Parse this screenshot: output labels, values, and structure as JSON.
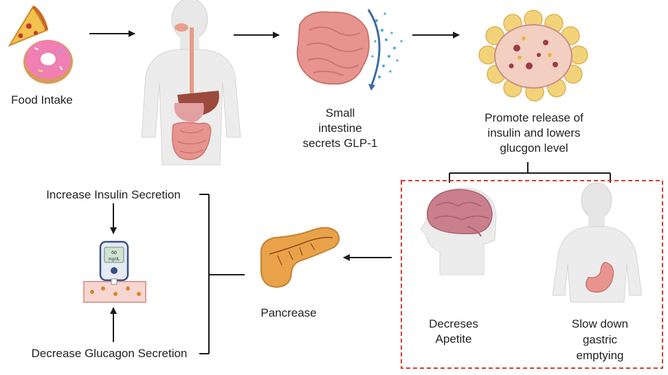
{
  "labels": {
    "food_intake": "Food Intake",
    "small_intestine_l1": "Small",
    "small_intestine_l2": "intestine",
    "small_intestine_l3": "secrets GLP-1",
    "promote_l1": "Promote release of",
    "promote_l2": "insulin and lowers",
    "promote_l3": "glucgon level",
    "decreses_l1": "Decreses",
    "decreses_l2": "Apetite",
    "slow_l1": "Slow down",
    "slow_l2": "gastric",
    "slow_l3": "emptying",
    "pancreas": "Pancrease",
    "increase_insulin": "Increase Insulin Secretion",
    "decrease_glucagon": "Decrease Glucagon Secretion",
    "glucometer_value": "60",
    "glucometer_unit": "mg/dL"
  },
  "colors": {
    "arrow": "#1a1a1a",
    "dashed_box": "#d93a2b",
    "intestine": "#e8948e",
    "pancreas": "#e9a24a",
    "islet_cell": "#f3d37a",
    "brain": "#c97f8c",
    "skin": "#e6e6e6",
    "glp1_dots": "#4aa8d8"
  },
  "icons": [
    "pizza-icon",
    "donut-icon",
    "human-digestive-icon",
    "intestine-icon",
    "islet-icon",
    "brain-head-icon",
    "stomach-body-icon",
    "pancreas-icon",
    "glucometer-icon",
    "blood-vessel-icon"
  ]
}
